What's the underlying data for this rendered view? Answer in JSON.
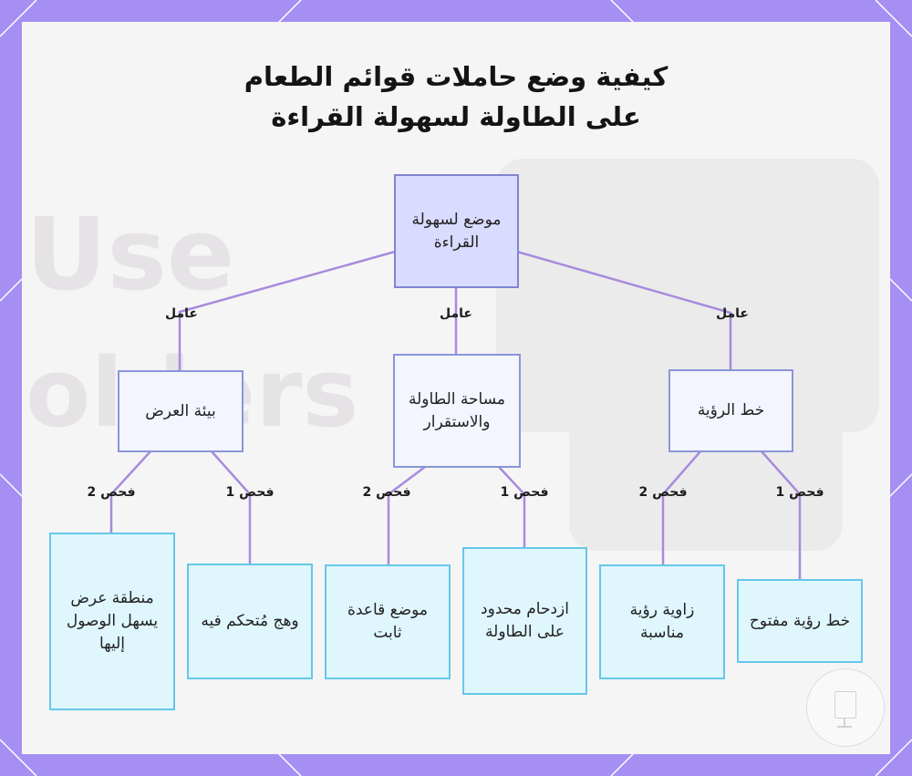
{
  "title": {
    "line1": "كيفية وضع حاملات قوائم الطعام",
    "line2": "على الطاولة لسهولة القراءة"
  },
  "background_text": {
    "line1": "Use",
    "line2": "olders"
  },
  "nodes": {
    "root": "موضع لسهولة القراءة",
    "display_env": "بيئة العرض",
    "table_space": "مساحة الطاولة والاستقرار",
    "line_of_sight": "خط الرؤية",
    "display_area": "منطقة عرض يسهل الوصول إليها",
    "controlled_glare": "وهج مُتحكم فيه",
    "stable_base": "موضع قاعدة ثابت",
    "limited_crowding": "ازدحام محدود على الطاولة",
    "viewing_angle": "زاوية رؤية مناسبة",
    "open_sightline": "خط رؤية مفتوح"
  },
  "edge_labels": {
    "factor": "عامل",
    "check1": "فحص 1",
    "check2": "فحص 2"
  },
  "icons": {
    "monitor": "monitor-icon"
  },
  "colors": {
    "frame": "#a58ff2",
    "edge": "#a78bdc",
    "root_fill": "#d9dbff",
    "leaf_fill": "#dff6fd",
    "leaf_border": "#64c8e8"
  }
}
